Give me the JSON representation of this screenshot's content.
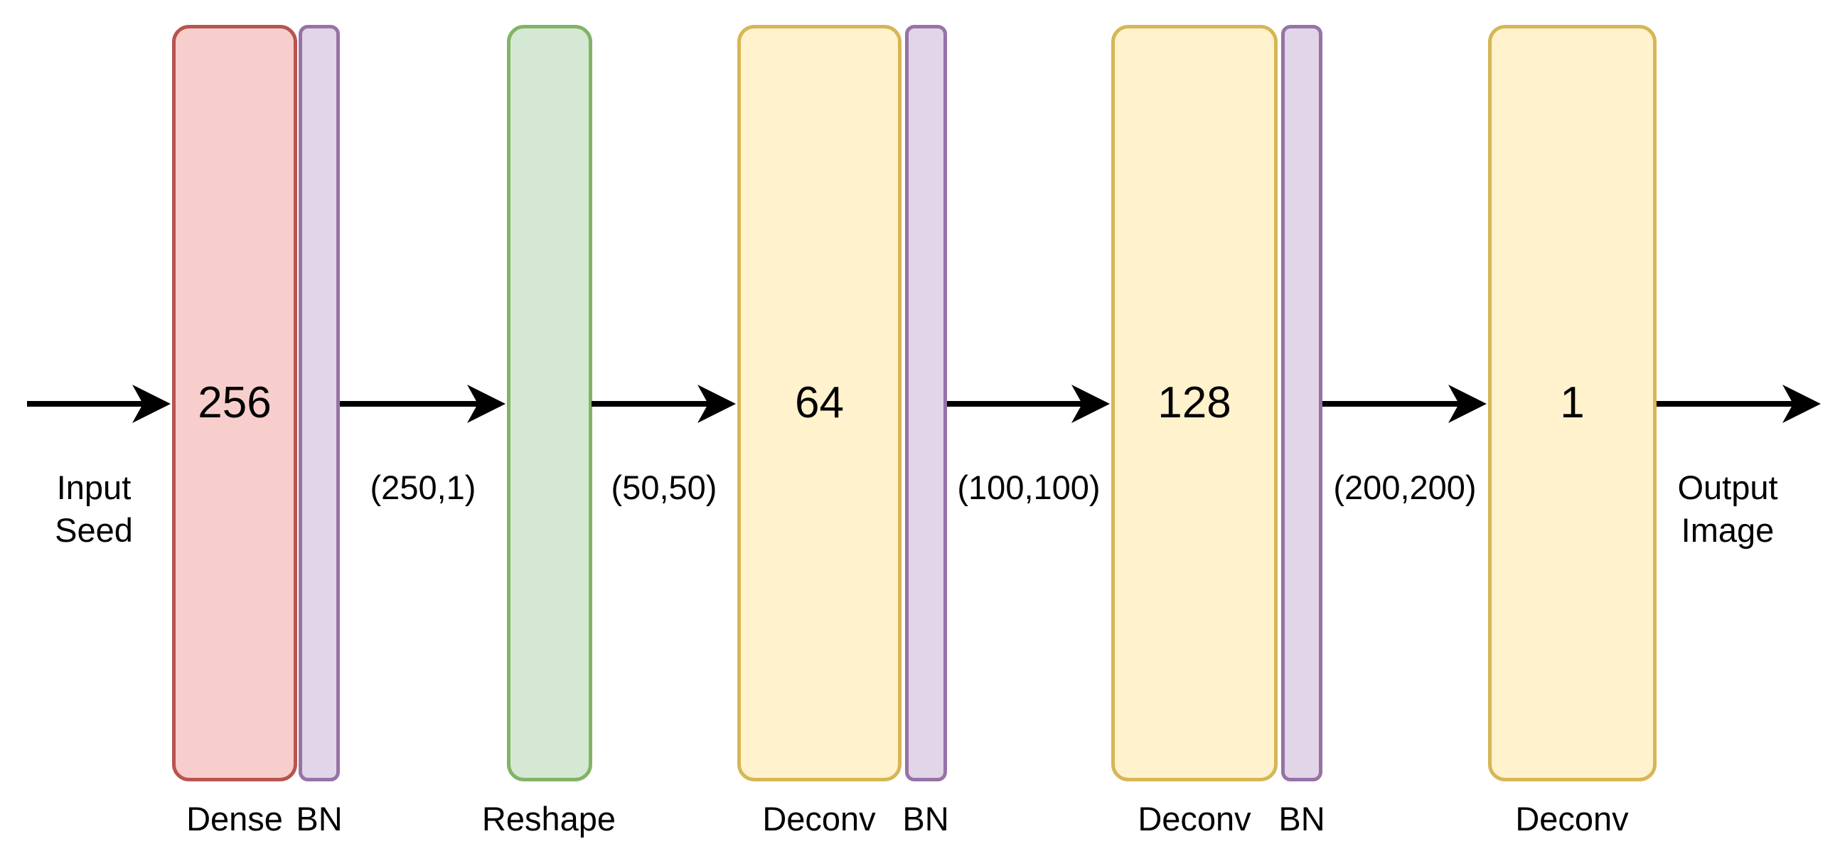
{
  "diagram": {
    "background": "#ffffff",
    "text_color": "#000000",
    "arrow_color": "#000000",
    "palette": {
      "dense_fill": "#f8cecc",
      "dense_stroke": "#b85450",
      "batchnorm_fill": "#e1d5e7",
      "batchnorm_stroke": "#9673a6",
      "reshape_fill": "#d5e8d4",
      "reshape_stroke": "#82b366",
      "deconv_fill": "#fff2cc",
      "deconv_stroke": "#d6b656"
    }
  },
  "layers": [
    {
      "name": "dense",
      "units": "256",
      "label": "Dense"
    },
    {
      "name": "bn-1",
      "units": "",
      "label": "BN"
    },
    {
      "name": "reshape",
      "units": "",
      "label": "Reshape"
    },
    {
      "name": "deconv-1",
      "units": "64",
      "label": "Deconv"
    },
    {
      "name": "bn-2",
      "units": "",
      "label": "BN"
    },
    {
      "name": "deconv-2",
      "units": "128",
      "label": "Deconv"
    },
    {
      "name": "bn-3",
      "units": "",
      "label": "BN"
    },
    {
      "name": "deconv-3",
      "units": "1",
      "label": "Deconv"
    }
  ],
  "flows": [
    {
      "name": "input",
      "lines": [
        "Input",
        "Seed"
      ]
    },
    {
      "name": "after-dense",
      "label": "(250,1)"
    },
    {
      "name": "after-reshape",
      "label": "(50,50)"
    },
    {
      "name": "after-deconv-1",
      "label": "(100,100)"
    },
    {
      "name": "after-deconv-2",
      "label": "(200,200)"
    },
    {
      "name": "output",
      "lines": [
        "Output",
        "Image"
      ]
    }
  ]
}
